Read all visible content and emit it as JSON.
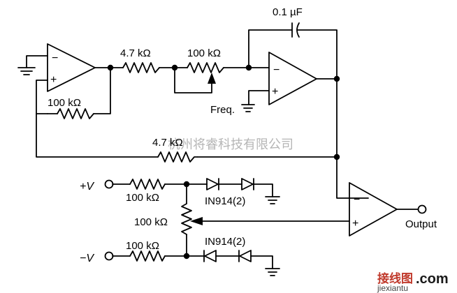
{
  "labels": {
    "c1": "0.1 µF",
    "r1": "4.7 kΩ",
    "r2": "100 kΩ",
    "r_fb": "100 kΩ",
    "r_out": "4.7 kΩ",
    "r_pos": "100 kΩ",
    "r_pot": "100 kΩ",
    "r_neg": "100 kΩ",
    "freq": "Freq.",
    "diode_top": "IN914(2)",
    "diode_bottom": "IN914(2)",
    "vpos": "+V",
    "vneg": "−V",
    "output": "Output",
    "opamp_minus": "−",
    "opamp_plus": "+"
  },
  "watermark": {
    "text": "杭州将睿科技有限公司",
    "logo_cn": "接线图",
    "logo_com": ".com",
    "logo_url": "jiexiantu"
  },
  "colors": {
    "ink": "#000000",
    "logo_red": "#c0392b",
    "watermark": "#7a7a7a"
  }
}
